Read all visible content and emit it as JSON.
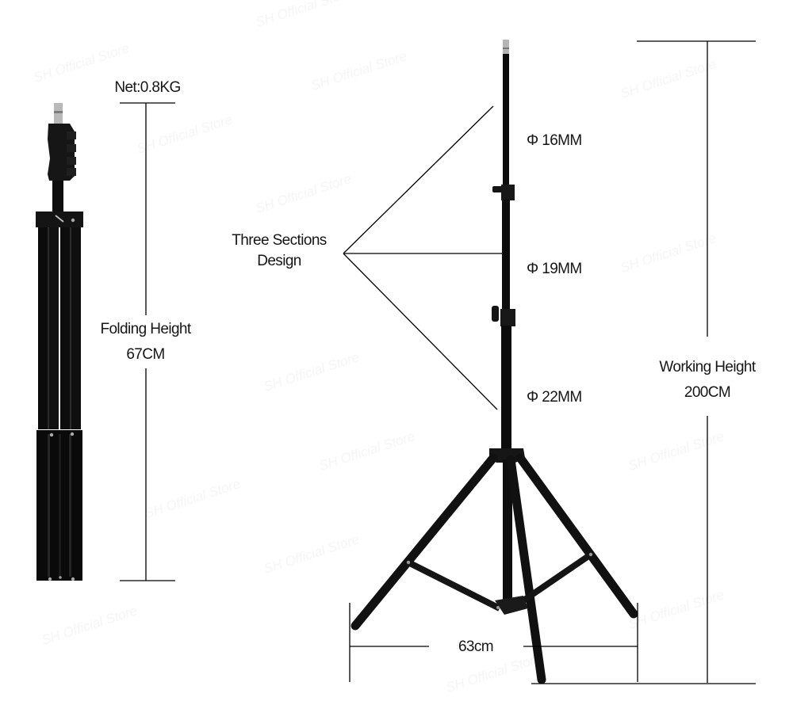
{
  "folded_stand": {
    "weight_label": "Net:0.8KG",
    "folding_height_title": "Folding Height",
    "folding_height_value": "67CM"
  },
  "sections_callout": {
    "line1": "Three Sections",
    "line2": "Design"
  },
  "tube_diameters": [
    {
      "label": "Φ 16MM"
    },
    {
      "label": "Φ 19MM"
    },
    {
      "label": "Φ 22MM"
    }
  ],
  "working_height": {
    "title": "Working Height",
    "value": "200CM"
  },
  "leg_span": {
    "value": "63cm"
  },
  "watermark_text": "SH Official Store",
  "colors": {
    "background": "#ffffff",
    "stand": "#111111",
    "dimension_line": "#000000",
    "text": "#161616"
  }
}
